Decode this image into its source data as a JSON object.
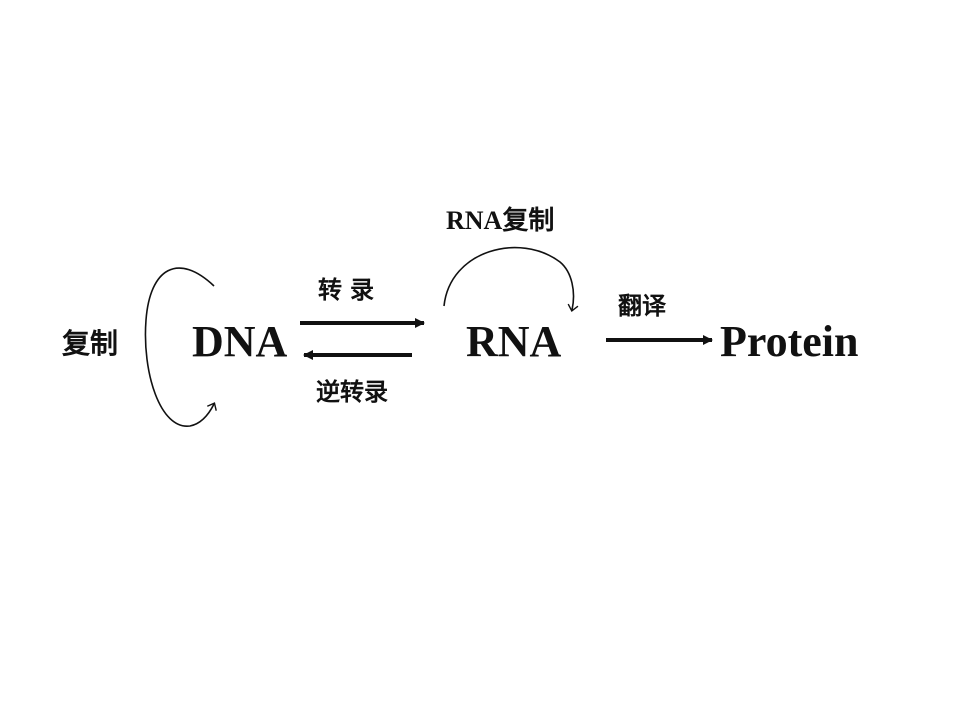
{
  "diagram": {
    "nodes": {
      "dna": "DNA",
      "rna": "RNA",
      "protein": "Protein"
    },
    "labels": {
      "replication": "复制",
      "transcription": "转录",
      "reverse_transcription": "逆转录",
      "rna_replication": "RNA复制",
      "translation": "翻译"
    },
    "edges": [
      {
        "from": "dna",
        "to": "dna",
        "label": "replication"
      },
      {
        "from": "dna",
        "to": "rna",
        "label": "transcription"
      },
      {
        "from": "rna",
        "to": "dna",
        "label": "reverse_transcription"
      },
      {
        "from": "rna",
        "to": "rna",
        "label": "rna_replication"
      },
      {
        "from": "rna",
        "to": "protein",
        "label": "translation"
      }
    ],
    "colors": {
      "stroke": "#111111",
      "background": "#ffffff"
    }
  }
}
